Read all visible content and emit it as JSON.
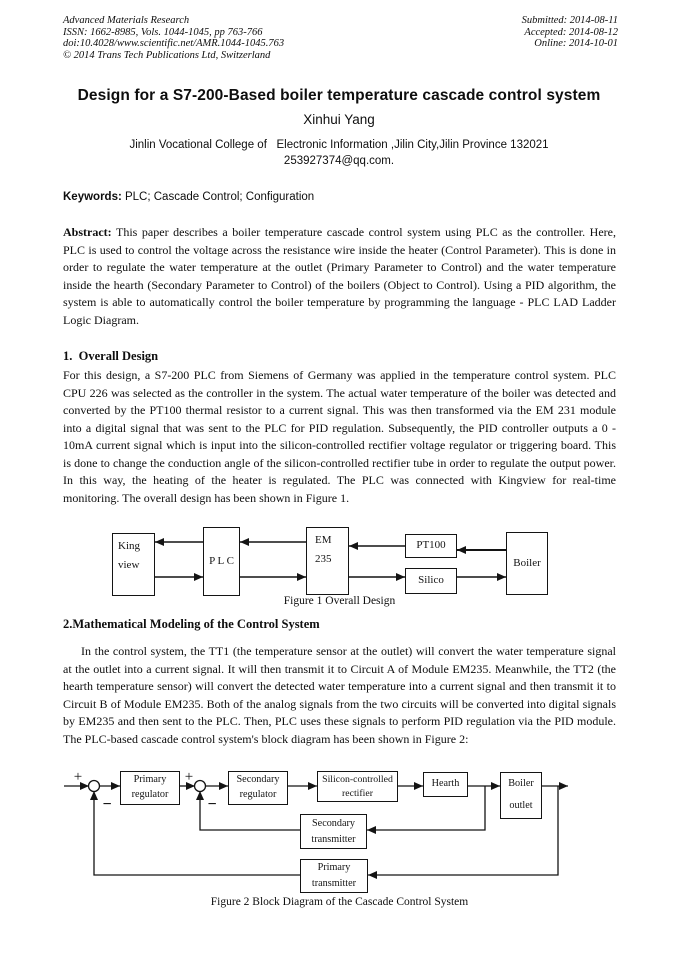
{
  "header": {
    "left_lines": [
      "Advanced Materials Research",
      "ISSN: 1662-8985, Vols. 1044-1045, pp 763-766",
      "doi:10.4028/www.scientific.net/AMR.1044-1045.763",
      "© 2014 Trans Tech Publications Ltd, Switzerland"
    ],
    "right_lines": [
      "Submitted: 2014-08-11",
      "Accepted: 2014-08-12",
      "Online: 2014-10-01"
    ]
  },
  "title": "Design for a S7-200-Based boiler temperature cascade control system",
  "author": "Xinhui Yang",
  "affiliation": "Jinlin Vocational College of   Electronic Information ,Jilin City,Jilin Province 132021",
  "email": "253927374@qq.com.",
  "keywords": {
    "label": "Keywords:",
    "text": " PLC; Cascade Control; Configuration"
  },
  "abstract": {
    "label": "Abstract:",
    "text": " This paper describes a boiler temperature cascade control system using PLC as the controller. Here, PLC is used to control the voltage across the resistance wire inside the heater (Control Parameter). This is done in order to regulate the water temperature at the outlet (Primary Parameter to Control) and the water temperature inside the hearth (Secondary Parameter to Control) of the boilers (Object to Control). Using a PID algorithm, the system is able to automatically control the boiler temperature by programming the language - PLC LAD Ladder Logic Diagram."
  },
  "section1": {
    "heading": "1.  Overall Design",
    "body": "For this design, a S7-200 PLC from Siemens of Germany was applied in the temperature control system. PLC CPU 226 was selected as the controller in the system. The actual water temperature of the boiler was detected and converted by the PT100 thermal resistor to a current signal. This was then transformed via the EM 231 module into a digital signal that was sent to the PLC for PID regulation. Subsequently, the PID controller outputs a 0 - 10mA current signal which is input into the silicon-controlled rectifier voltage regulator or triggering board. This is done to change the conduction angle of the silicon-controlled rectifier tube in order to regulate the output power. In this way, the heating of the heater is regulated. The PLC was connected with Kingview for real-time monitoring. The overall design has been shown in Figure 1."
  },
  "figure1": {
    "caption": "Figure 1 Overall Design",
    "boxes": {
      "kingview": {
        "lines": [
          "King",
          "view"
        ]
      },
      "plc": {
        "lines": [
          "P L C"
        ]
      },
      "em235": {
        "lines": [
          "EM",
          "235"
        ]
      },
      "pt100": {
        "lines": [
          "PT100"
        ]
      },
      "silico": {
        "lines": [
          "Silico"
        ]
      },
      "boiler": {
        "lines": [
          "Boiler"
        ]
      }
    }
  },
  "section2": {
    "heading": "2.Mathematical Modeling of the Control System",
    "body": "In the control system, the TT1 (the temperature sensor at the outlet) will convert the water temperature signal at the outlet into a current signal. It will then transmit it to Circuit A of Module EM235. Meanwhile, the TT2 (the hearth temperature sensor) will convert the detected water temperature into a current signal and then transmit it to Circuit B of Module EM235. Both of the analog signals from the two circuits will be converted into digital signals by EM235 and then sent to the PLC. Then, PLC uses these signals to perform PID regulation via the PID module. The PLC-based cascade control system's block diagram has been shown in Figure 2:"
  },
  "figure2": {
    "caption": "Figure 2 Block Diagram of the Cascade Control System",
    "plus": "+",
    "minus": "−",
    "boxes": {
      "primary_regulator": {
        "lines": [
          "Primary",
          "regulator"
        ]
      },
      "secondary_regulator": {
        "lines": [
          "Secondary",
          "regulator"
        ]
      },
      "silicon_rectifier": {
        "lines": [
          "Silicon-controlled",
          "rectifier"
        ]
      },
      "hearth": {
        "lines": [
          "Hearth"
        ]
      },
      "boiler_outlet": {
        "lines": [
          "Boiler",
          "outlet"
        ]
      },
      "secondary_transmitter": {
        "lines": [
          "Secondary",
          "transmitter"
        ]
      },
      "primary_transmitter": {
        "lines": [
          "Primary",
          "transmitter"
        ]
      }
    }
  }
}
